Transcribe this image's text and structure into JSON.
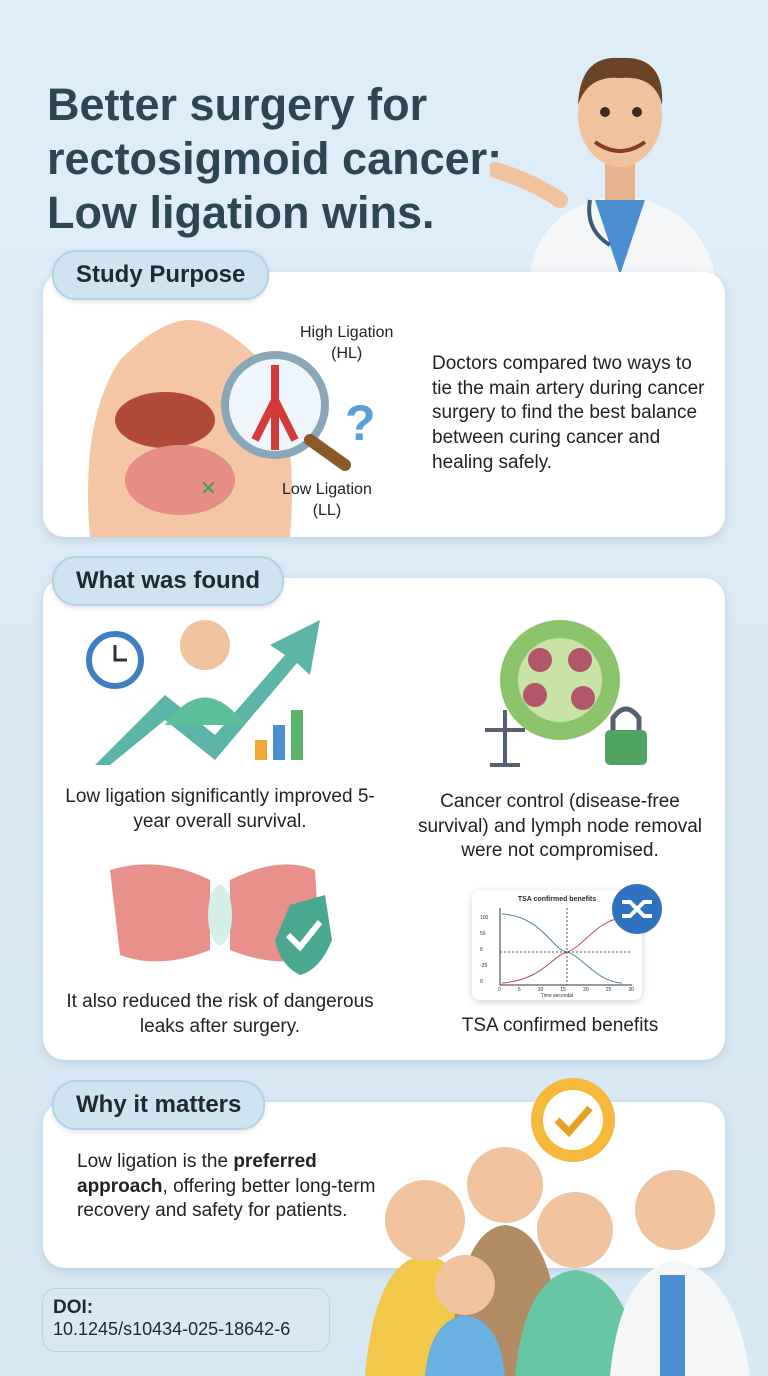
{
  "title": "Better surgery for rectosigmoid cancer: Low ligation wins.",
  "purpose": {
    "heading": "Study Purpose",
    "label_hl": "High Ligation\n(HL)",
    "label_ll": "Low Ligation\n(LL)",
    "text": "Doctors compared two ways to tie the main artery during cancer surgery to find the best balance between curing cancer and healing safely."
  },
  "found": {
    "heading": "What was found",
    "items": [
      {
        "text": "Low ligation significantly improved 5-year overall survival.",
        "icon": "survival-growth-icon"
      },
      {
        "text": "Cancer control (disease-free survival) and lymph node removal were not compromised.",
        "icon": "lymph-node-balance-lock-icon"
      },
      {
        "text": "It also reduced the risk of dangerous leaks after surgery.",
        "icon": "intestine-shield-icon"
      },
      {
        "text": "TSA confirmed benefits",
        "icon": "tsa-chart-icon"
      }
    ],
    "mini_chart": {
      "title": "TSA confirmed benefits",
      "y_ticks": [
        "100",
        "50",
        "8",
        "-35",
        "0"
      ],
      "x_ticks": [
        "0",
        "5",
        "10",
        "15",
        "20",
        "25",
        "30"
      ],
      "xlabel": "Time secondal"
    }
  },
  "matters": {
    "heading": "Why it matters",
    "pre": "Low ligation is the ",
    "bold": "preferred approach",
    "post": ", offering better long-term recovery and safety for patients."
  },
  "doi": {
    "label": "DOI:",
    "value": "10.1245/s10434-025-18642-6"
  }
}
